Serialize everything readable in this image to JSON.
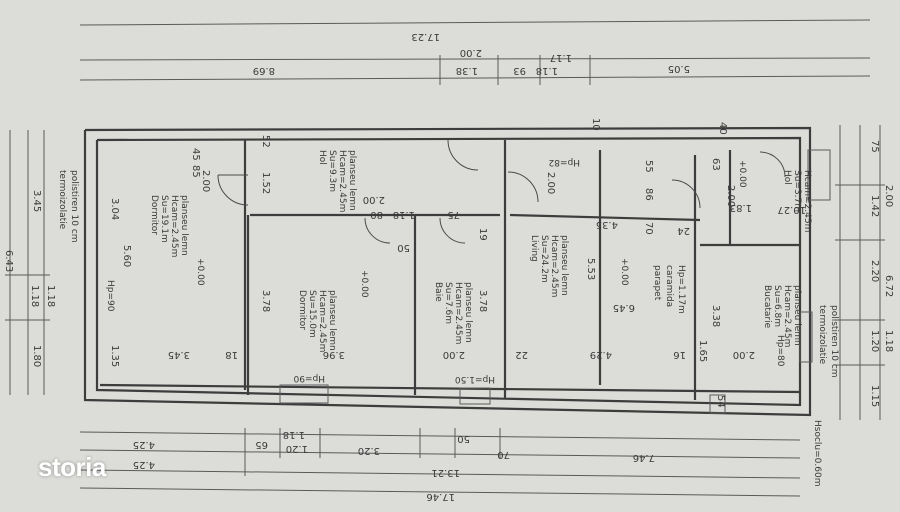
{
  "brand": {
    "name": "storia"
  },
  "dimensions": {
    "top_total": "17.23",
    "top_row2": [
      "2.00"
    ],
    "top_row3": [
      "8.69",
      "1.38",
      "93",
      "1.18",
      "1.17",
      "5.05"
    ],
    "bottom_row1": [
      "4.25",
      "65",
      "1.18",
      "1.20",
      "3.20",
      "50",
      "70",
      "7.46"
    ],
    "bottom_row2": [
      "4.25",
      "13.21"
    ],
    "bottom_total": "17.46",
    "left": [
      "6.43",
      "3.45",
      "1.18",
      "1.18",
      "1.80"
    ],
    "right": [
      "75",
      "1.42",
      "2.00",
      "2.20",
      "1.20",
      "6.72",
      "1.18",
      "1.15"
    ]
  },
  "rooms": [
    {
      "name": "Dormitor",
      "area": "Su=19.1m",
      "height": "Hcam=2.45m",
      "floor": "planseu lemn"
    },
    {
      "name": "Hol",
      "area": "Su=9.3m",
      "height": "Hcam=2.45m",
      "floor": "planseu lemn"
    },
    {
      "name": "Dormitor",
      "area": "Su=15.0m",
      "height": "Hcam=2.45m",
      "floor": "planseu lemn"
    },
    {
      "name": "Baie",
      "area": "Su=7.6m",
      "height": "Hcam=2.45m",
      "floor": "planseu lemn"
    },
    {
      "name": "Living",
      "area": "Su=24.2m",
      "height": "Hcam=2.45m",
      "floor": "planseu lemn"
    },
    {
      "name": "Bucatarie",
      "area": "Su=6.8m",
      "height": "Hcam=2.45m",
      "floor": "planseu lemn"
    },
    {
      "name": "Hol",
      "area": "Su=3.7m",
      "height": "Hcam=2.45m",
      "floor": ""
    }
  ],
  "notes": {
    "termo_left": "termoizolatie",
    "termo_left2": "polistiren 10 cm",
    "termo_right": "termoizolatie",
    "termo_right2": "polistiren 10 cm",
    "soclu": "Hsoclu=0.60m",
    "parapet": "parapet",
    "parapet2": "caramida",
    "parapet3": "Hp=1.17m",
    "hp90": "Hp=90",
    "hp90b": "Hp=90",
    "hp150": "Hp=1.50",
    "hp82": "Hp=82",
    "hp80": "Hp=80"
  },
  "levels": [
    "+0.00",
    "+0.00",
    "+0.00",
    "+0.00"
  ],
  "inner_dims": [
    "3.04",
    "5.60",
    "2.00",
    "85",
    "45",
    "1.52",
    "52",
    "3.78",
    "3.96",
    "3.45",
    "1.35",
    "18",
    "2.00",
    "1.18",
    "80",
    "75",
    "50",
    "19",
    "3.78",
    "2.00",
    "22",
    "4.29",
    "5.53",
    "4.35",
    "2.00",
    "70",
    "86",
    "55",
    "6.45",
    "3.38",
    "1.65",
    "2.00",
    "16",
    "63",
    "40",
    "2.00",
    "1.83",
    "24",
    "10.27",
    "54",
    "10"
  ]
}
